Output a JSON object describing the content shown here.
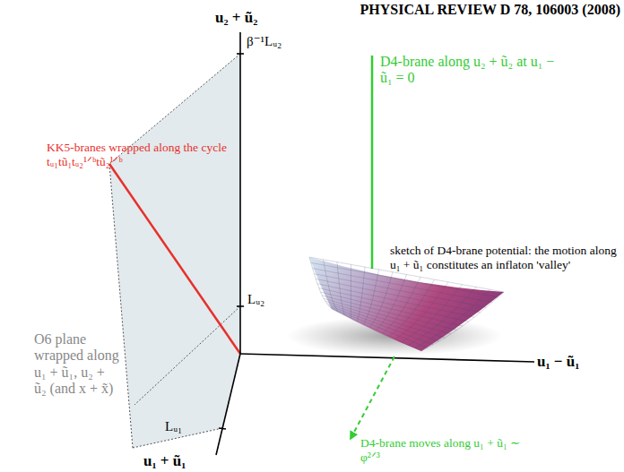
{
  "diagram": {
    "labels": [
      "PHYSICAL REVIEW D 78, 106003 (2008)",
      "u₂ + ũ₂",
      "β⁻¹Lᵤ₂",
      "KK5-branes wrapped along the cycle tᵤ₁tũ₁tᵤ₂¹ᐟᵇtũ₂¹ᐟᵇ",
      "D4-brane along u₂ + ũ₂ at u₁ − ũ₁ = 0",
      "sketch of D4-brane potential: the motion along u₁ + ũ₁ constitutes an inflaton 'valley'",
      "Lᵤ₂",
      "u₁ − ũ₁",
      "O6 plane wrapped along u₁ + ũ₁, u₂ + ũ₂ (and x + x̃)",
      "Lᵤ₁",
      "u₁ + ũ₁",
      "D4-brane moves along u₁ + ũ₁ ∼ φ²ᐟ³"
    ]
  }
}
